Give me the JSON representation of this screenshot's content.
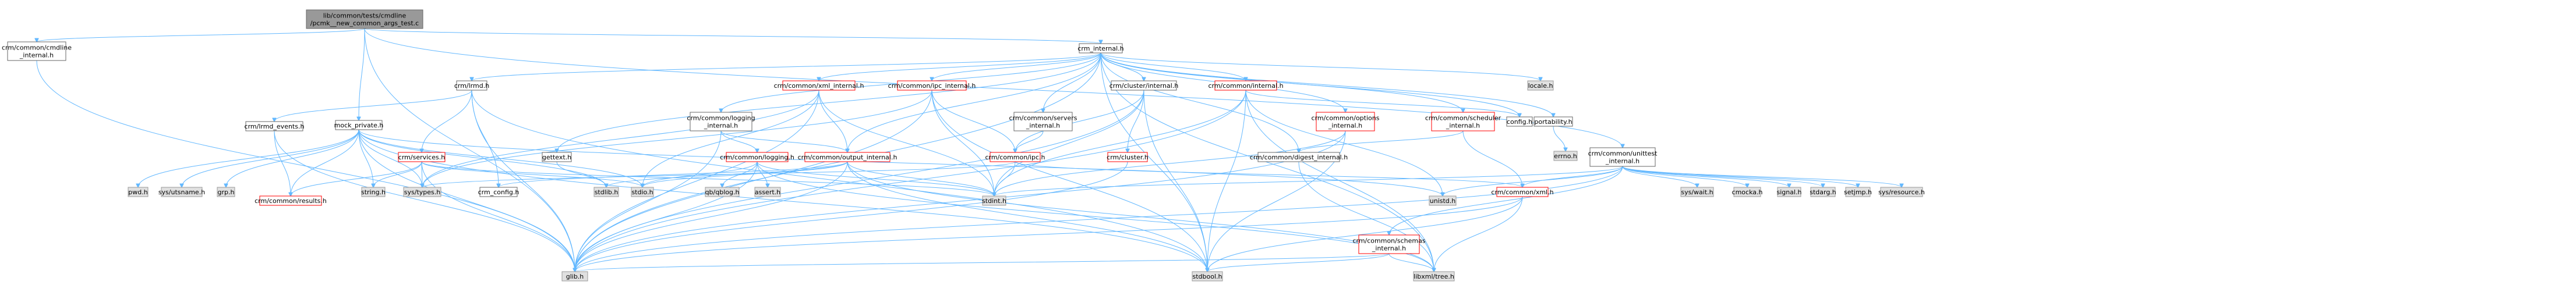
{
  "colors": {
    "root_fill": "#999999",
    "root_border": "#666666",
    "doc_fill": "#ffffff",
    "doc_border": "#666666",
    "unresolved_border": "#ff0000",
    "system_fill": "#e0e0e0",
    "system_border": "#999999",
    "edge": "#63b8ff"
  },
  "nodes": [
    {
      "id": "root",
      "lines": [
        "lib/common/tests/cmdline",
        "/pcmk__new_common_args_test.c"
      ],
      "kind": "root"
    },
    {
      "id": "cmdline_internal",
      "lines": [
        "crm/common/cmdline",
        "_internal.h"
      ],
      "kind": "doc"
    },
    {
      "id": "crm_internal",
      "lines": [
        "crm_internal.h"
      ],
      "kind": "doc"
    },
    {
      "id": "glib",
      "lines": [
        "glib.h"
      ],
      "kind": "system"
    },
    {
      "id": "lrmd",
      "lines": [
        "crm/lrmd.h"
      ],
      "kind": "doc"
    },
    {
      "id": "mock_private",
      "lines": [
        "mock_private.h"
      ],
      "kind": "doc"
    },
    {
      "id": "unittest_internal",
      "lines": [
        "crm/common/unittest",
        "_internal.h"
      ],
      "kind": "doc"
    },
    {
      "id": "logging_internal",
      "lines": [
        "crm/common/logging",
        "_internal.h"
      ],
      "kind": "doc"
    },
    {
      "id": "xml_internal",
      "lines": [
        "crm/common/xml_internal.h"
      ],
      "kind": "unresolved"
    },
    {
      "id": "ipc_internal",
      "lines": [
        "crm/common/ipc_internal.h"
      ],
      "kind": "unresolved"
    },
    {
      "id": "servers_internal",
      "lines": [
        "crm/common/servers",
        "_internal.h"
      ],
      "kind": "doc"
    },
    {
      "id": "cluster_internal",
      "lines": [
        "crm/cluster/internal.h"
      ],
      "kind": "doc"
    },
    {
      "id": "common_internal",
      "lines": [
        "crm/common/internal.h"
      ],
      "kind": "unresolved"
    },
    {
      "id": "options_internal",
      "lines": [
        "crm/common/options",
        "_internal.h"
      ],
      "kind": "unresolved"
    },
    {
      "id": "scheduler_internal",
      "lines": [
        "crm/common/scheduler",
        "_internal.h"
      ],
      "kind": "unresolved"
    },
    {
      "id": "locale",
      "lines": [
        "locale.h"
      ],
      "kind": "system"
    },
    {
      "id": "config",
      "lines": [
        "config.h"
      ],
      "kind": "doc"
    },
    {
      "id": "portability",
      "lines": [
        "portability.h"
      ],
      "kind": "doc"
    },
    {
      "id": "errno",
      "lines": [
        "errno.h"
      ],
      "kind": "system"
    },
    {
      "id": "lrmd_events",
      "lines": [
        "crm/lrmd_events.h"
      ],
      "kind": "doc"
    },
    {
      "id": "services",
      "lines": [
        "crm/services.h"
      ],
      "kind": "unresolved"
    },
    {
      "id": "gettext",
      "lines": [
        "gettext.h"
      ],
      "kind": "doc"
    },
    {
      "id": "logging",
      "lines": [
        "crm/common/logging.h"
      ],
      "kind": "unresolved"
    },
    {
      "id": "output_internal",
      "lines": [
        "crm/common/output_internal.h"
      ],
      "kind": "unresolved"
    },
    {
      "id": "ipc",
      "lines": [
        "crm/common/ipc.h"
      ],
      "kind": "unresolved"
    },
    {
      "id": "cluster",
      "lines": [
        "crm/cluster.h"
      ],
      "kind": "unresolved"
    },
    {
      "id": "digest_internal",
      "lines": [
        "crm/common/digest_internal.h"
      ],
      "kind": "doc"
    },
    {
      "id": "pwd",
      "lines": [
        "pwd.h"
      ],
      "kind": "system"
    },
    {
      "id": "sys_utsname",
      "lines": [
        "sys/utsname.h"
      ],
      "kind": "system"
    },
    {
      "id": "grp",
      "lines": [
        "grp.h"
      ],
      "kind": "system"
    },
    {
      "id": "results",
      "lines": [
        "crm/common/results.h"
      ],
      "kind": "unresolved"
    },
    {
      "id": "string",
      "lines": [
        "string.h"
      ],
      "kind": "system"
    },
    {
      "id": "sys_types",
      "lines": [
        "sys/types.h"
      ],
      "kind": "system"
    },
    {
      "id": "crm_config",
      "lines": [
        "crm_config.h"
      ],
      "kind": "doc"
    },
    {
      "id": "stdlib",
      "lines": [
        "stdlib.h"
      ],
      "kind": "system"
    },
    {
      "id": "stdio",
      "lines": [
        "stdio.h"
      ],
      "kind": "system"
    },
    {
      "id": "qb_qblog",
      "lines": [
        "qb/qblog.h"
      ],
      "kind": "system"
    },
    {
      "id": "assert",
      "lines": [
        "assert.h"
      ],
      "kind": "system"
    },
    {
      "id": "stdint",
      "lines": [
        "stdint.h"
      ],
      "kind": "system"
    },
    {
      "id": "unistd",
      "lines": [
        "unistd.h"
      ],
      "kind": "system"
    },
    {
      "id": "schemas_internal",
      "lines": [
        "crm/common/schemas",
        "_internal.h"
      ],
      "kind": "unresolved"
    },
    {
      "id": "crm_xml",
      "lines": [
        "crm/common/xml.h"
      ],
      "kind": "unresolved"
    },
    {
      "id": "stdbool",
      "lines": [
        "stdbool.h"
      ],
      "kind": "system"
    },
    {
      "id": "libxml_tree",
      "lines": [
        "libxml/tree.h"
      ],
      "kind": "system"
    },
    {
      "id": "sys_wait",
      "lines": [
        "sys/wait.h"
      ],
      "kind": "system"
    },
    {
      "id": "cmocka",
      "lines": [
        "cmocka.h"
      ],
      "kind": "system"
    },
    {
      "id": "signal",
      "lines": [
        "signal.h"
      ],
      "kind": "system"
    },
    {
      "id": "stdarg",
      "lines": [
        "stdarg.h"
      ],
      "kind": "system"
    },
    {
      "id": "setjmp",
      "lines": [
        "setjmp.h"
      ],
      "kind": "system"
    },
    {
      "id": "sys_resource",
      "lines": [
        "sys/resource.h"
      ],
      "kind": "system"
    }
  ],
  "edges": [
    [
      "root",
      "cmdline_internal"
    ],
    [
      "root",
      "crm_internal"
    ],
    [
      "root",
      "glib"
    ],
    [
      "root",
      "mock_private"
    ],
    [
      "root",
      "unittest_internal"
    ],
    [
      "cmdline_internal",
      "glib"
    ],
    [
      "crm_internal",
      "lrmd"
    ],
    [
      "crm_internal",
      "logging_internal"
    ],
    [
      "crm_internal",
      "xml_internal"
    ],
    [
      "crm_internal",
      "ipc_internal"
    ],
    [
      "crm_internal",
      "servers_internal"
    ],
    [
      "crm_internal",
      "cluster_internal"
    ],
    [
      "crm_internal",
      "common_internal"
    ],
    [
      "crm_internal",
      "options_internal"
    ],
    [
      "crm_internal",
      "scheduler_internal"
    ],
    [
      "crm_internal",
      "locale"
    ],
    [
      "crm_internal",
      "config"
    ],
    [
      "crm_internal",
      "portability"
    ],
    [
      "crm_internal",
      "glib"
    ],
    [
      "crm_internal",
      "gettext"
    ],
    [
      "crm_internal",
      "output_internal"
    ],
    [
      "crm_internal",
      "digest_internal"
    ],
    [
      "crm_internal",
      "libxml_tree"
    ],
    [
      "crm_internal",
      "stdbool"
    ],
    [
      "portability",
      "errno"
    ],
    [
      "lrmd",
      "lrmd_events"
    ],
    [
      "lrmd",
      "services"
    ],
    [
      "lrmd",
      "crm_config"
    ],
    [
      "lrmd",
      "glib"
    ],
    [
      "lrmd",
      "stdbool"
    ],
    [
      "lrmd_events",
      "results"
    ],
    [
      "lrmd_events",
      "glib"
    ],
    [
      "services",
      "results"
    ],
    [
      "services",
      "string"
    ],
    [
      "services",
      "sys_types"
    ],
    [
      "services",
      "stdio"
    ],
    [
      "services",
      "stdint"
    ],
    [
      "services",
      "glib"
    ],
    [
      "mock_private",
      "pwd"
    ],
    [
      "mock_private",
      "sys_utsname"
    ],
    [
      "mock_private",
      "grp"
    ],
    [
      "mock_private",
      "results"
    ],
    [
      "mock_private",
      "sys_types"
    ],
    [
      "mock_private",
      "string"
    ],
    [
      "mock_private",
      "stdlib"
    ],
    [
      "mock_private",
      "stdio"
    ],
    [
      "mock_private",
      "unistd"
    ],
    [
      "mock_private",
      "glib"
    ],
    [
      "mock_private",
      "stdbool"
    ],
    [
      "gettext",
      "stdlib"
    ],
    [
      "logging_internal",
      "logging"
    ],
    [
      "logging_internal",
      "output_internal"
    ],
    [
      "logging_internal",
      "glib"
    ],
    [
      "logging",
      "qb_qblog"
    ],
    [
      "logging",
      "assert"
    ],
    [
      "logging",
      "stdio"
    ],
    [
      "logging",
      "glib"
    ],
    [
      "logging",
      "stdint"
    ],
    [
      "logging",
      "libxml_tree"
    ],
    [
      "xml_internal",
      "output_internal"
    ],
    [
      "xml_internal",
      "sys_types"
    ],
    [
      "xml_internal",
      "stdint"
    ],
    [
      "xml_internal",
      "stdio"
    ],
    [
      "xml_internal",
      "glib"
    ],
    [
      "output_internal",
      "stdio"
    ],
    [
      "output_internal",
      "stdlib"
    ],
    [
      "output_internal",
      "crm_config"
    ],
    [
      "output_internal",
      "libxml_tree"
    ],
    [
      "output_internal",
      "glib"
    ],
    [
      "output_internal",
      "stdbool"
    ],
    [
      "output_internal",
      "stdint"
    ],
    [
      "ipc_internal",
      "ipc"
    ],
    [
      "ipc_internal",
      "stdint"
    ],
    [
      "ipc_internal",
      "sys_types"
    ],
    [
      "ipc_internal",
      "glib"
    ],
    [
      "ipc_internal",
      "stdbool"
    ],
    [
      "ipc",
      "sys_types"
    ],
    [
      "ipc",
      "stdint"
    ],
    [
      "ipc",
      "crm_xml"
    ],
    [
      "servers_internal",
      "ipc"
    ],
    [
      "cluster_internal",
      "cluster"
    ],
    [
      "cluster_internal",
      "ipc"
    ],
    [
      "cluster_internal",
      "stdint"
    ],
    [
      "cluster_internal",
      "glib"
    ],
    [
      "cluster_internal",
      "stdbool"
    ],
    [
      "cluster",
      "glib"
    ],
    [
      "common_internal",
      "unistd"
    ],
    [
      "common_internal",
      "glib"
    ],
    [
      "common_internal",
      "libxml_tree"
    ],
    [
      "common_internal",
      "stdbool"
    ],
    [
      "common_internal",
      "stdint"
    ],
    [
      "common_internal",
      "config"
    ],
    [
      "options_internal",
      "glib"
    ],
    [
      "options_internal",
      "stdbool"
    ],
    [
      "options_internal",
      "stdint"
    ],
    [
      "scheduler_internal",
      "digest_internal"
    ],
    [
      "scheduler_internal",
      "crm_xml"
    ],
    [
      "digest_internal",
      "libxml_tree"
    ],
    [
      "unittest_internal",
      "sys_wait"
    ],
    [
      "unittest_internal",
      "cmocka"
    ],
    [
      "unittest_internal",
      "signal"
    ],
    [
      "unittest_internal",
      "stdarg"
    ],
    [
      "unittest_internal",
      "setjmp"
    ],
    [
      "unittest_internal",
      "sys_resource"
    ],
    [
      "unittest_internal",
      "unistd"
    ],
    [
      "unittest_internal",
      "stdint"
    ],
    [
      "unittest_internal",
      "crm_xml"
    ],
    [
      "unittest_internal",
      "schemas_internal"
    ],
    [
      "unittest_internal",
      "glib"
    ],
    [
      "schemas_internal",
      "libxml_tree"
    ],
    [
      "schemas_internal",
      "glib"
    ],
    [
      "schemas_internal",
      "stdbool"
    ],
    [
      "crm_xml",
      "libxml_tree"
    ],
    [
      "crm_xml",
      "glib"
    ],
    [
      "crm_xml",
      "stdbool"
    ]
  ]
}
